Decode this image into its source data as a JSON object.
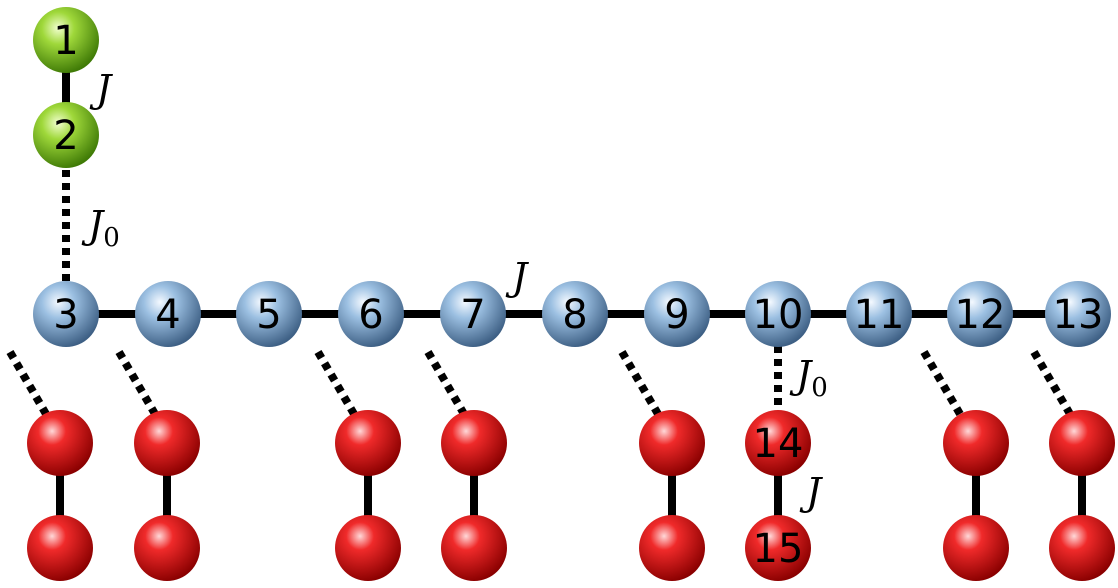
{
  "nodes": [
    {
      "label": "1",
      "group": "green"
    },
    {
      "label": "2",
      "group": "green"
    },
    {
      "label": "3",
      "group": "blue"
    },
    {
      "label": "4",
      "group": "blue"
    },
    {
      "label": "5",
      "group": "blue"
    },
    {
      "label": "6",
      "group": "blue"
    },
    {
      "label": "7",
      "group": "blue"
    },
    {
      "label": "8",
      "group": "blue"
    },
    {
      "label": "9",
      "group": "blue"
    },
    {
      "label": "10",
      "group": "blue"
    },
    {
      "label": "11",
      "group": "blue"
    },
    {
      "label": "12",
      "group": "blue"
    },
    {
      "label": "13",
      "group": "blue"
    },
    {
      "label": "14",
      "group": "red"
    },
    {
      "label": "15",
      "group": "red"
    }
  ],
  "couplings": {
    "j_label": "J",
    "j0_main": "J",
    "j0_sub": "0"
  },
  "colors": {
    "green": "#7fc41a",
    "blue": "#7fa8cf",
    "red": "#e21616",
    "bond": "#000000"
  }
}
